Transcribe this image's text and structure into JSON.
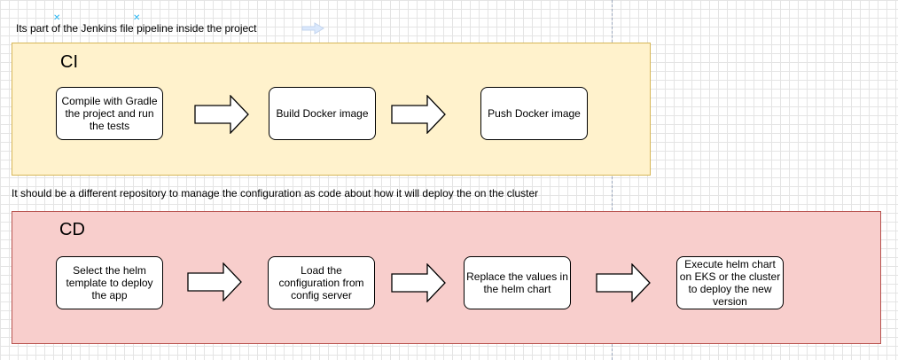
{
  "diagram": {
    "top_note": "Its part of the Jenkins file pipeline inside the project",
    "middle_note": "It should be a different repository to manage the configuration as code about how it will deploy the on the cluster",
    "ci": {
      "title": "CI",
      "steps": [
        "Compile with Gradle the project and run the tests",
        "Build Docker image",
        "Push Docker image"
      ]
    },
    "cd": {
      "title": "CD",
      "steps": [
        "Select the helm template to deploy the app",
        "Load the configuration from config server",
        "Replace the values in the helm chart",
        "Execute helm chart on EKS or the cluster to deploy the new version"
      ]
    }
  },
  "colors": {
    "ci_fill": "#fff2cc",
    "ci_border": "#d6b656",
    "cd_fill": "#f8cecc",
    "cd_border": "#b85450",
    "guide_arrow": "#dae8fc",
    "selection_marker": "#29b6f2"
  },
  "icons": {
    "flow_arrow": "block-arrow-right-icon",
    "selection_marker": "x-marker-icon",
    "ghost_arrows": [
      "arrow-right-icon",
      "arrow-down-icon"
    ]
  }
}
